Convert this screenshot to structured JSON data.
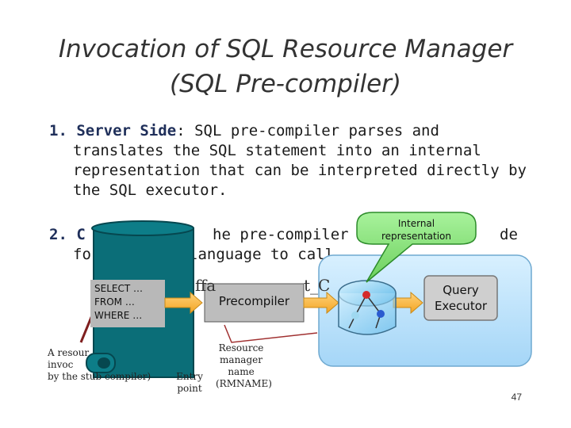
{
  "title": {
    "line1": "Invocation of SQL Resource Manager",
    "line2": "(SQL Pre-compiler)"
  },
  "items": [
    {
      "number": "1.",
      "lead": "Server Side",
      "lines": [
        ": SQL pre-compiler parses and",
        "translates the SQL statement into an internal",
        "representation that can be interpreted directly by",
        "the SQL executor."
      ]
    },
    {
      "number": "2.",
      "fragments": [
        "C",
        "he pre-compiler",
        "de",
        "fo",
        "language to call"
      ]
    }
  ],
  "callout": {
    "label_line1": "Internal",
    "label_line2": "representation"
  },
  "sql_box": {
    "lines": [
      "SELECT …",
      "FROM …",
      "WHERE …"
    ]
  },
  "precompiler_label": "Precompiler",
  "query_executor": {
    "line1": "Query",
    "line2": "Executor"
  },
  "code_fragment": {
    "left": "ffa",
    "right": "t_C"
  },
  "annotations": {
    "resource": [
      "A resour",
      "invoc",
      "by the stub compiler)"
    ],
    "entry": [
      "Entry",
      "point"
    ],
    "rmname": [
      "Resource",
      "manager",
      "name",
      "(RMNAME)"
    ]
  },
  "page_number": "47",
  "colors": {
    "accent": "#7f1f1f",
    "teal": "#0b6e78",
    "green": "#7bd66c",
    "sky": "#bfe4fb"
  }
}
